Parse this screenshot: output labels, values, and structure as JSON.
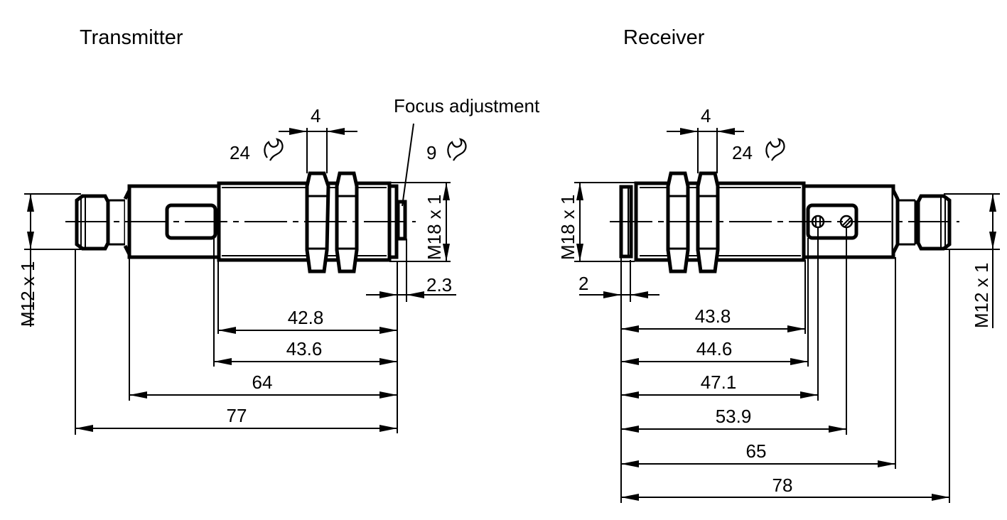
{
  "drawing": {
    "color_line": "#000000",
    "color_background": "#ffffff"
  },
  "transmitter": {
    "title": "Transmitter",
    "thread_main": "M18 x 1",
    "thread_connector": "M12 x 1",
    "nut_width_dim": "4",
    "wrench_main": "24",
    "wrench_focus": "9",
    "focus_label": "Focus adjustment",
    "dim_front": "2.3",
    "lengths": [
      "42.8",
      "43.6",
      "64",
      "77"
    ]
  },
  "receiver": {
    "title": "Receiver",
    "thread_main": "M18 x 1",
    "thread_connector": "M12 x 1",
    "nut_width_dim": "4",
    "wrench_main": "24",
    "dim_front": "2",
    "lengths": [
      "43.8",
      "44.6",
      "47.1",
      "53.9",
      "65",
      "78"
    ]
  },
  "icons": {
    "wrench": "wrench-icon",
    "potentiometer": "potentiometer-icon"
  }
}
